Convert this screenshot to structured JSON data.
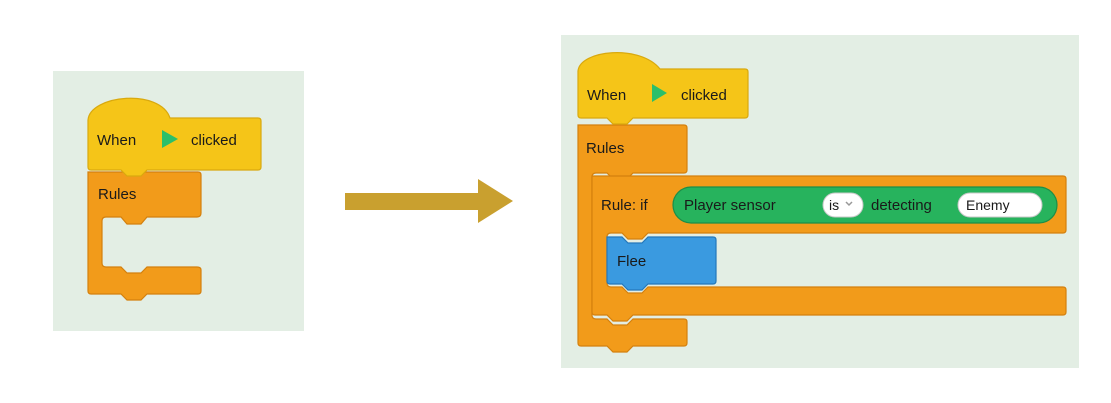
{
  "before": {
    "hat_block": {
      "text_before": "When",
      "text_after": "clicked",
      "flag_icon": "green-flag-icon"
    },
    "rules_block": {
      "label": "Rules"
    }
  },
  "transition_arrow": {
    "icon": "right-arrow-icon",
    "color": "#c9a02f"
  },
  "after": {
    "hat_block": {
      "text_before": "When",
      "text_after": "clicked",
      "flag_icon": "green-flag-icon"
    },
    "rules_block": {
      "label": "Rules"
    },
    "rule_block": {
      "label": "Rule: if",
      "condition": {
        "sensor_label": "Player sensor",
        "operator_value": "is",
        "verb_label": "detecting",
        "target_value": "Enemy"
      }
    },
    "action_block": {
      "label": "Flee"
    }
  },
  "colors": {
    "panel_bg": "#e3eee4",
    "hat_yellow": "#f5c518",
    "rules_orange": "#f29b1a",
    "condition_green": "#27b35d",
    "action_blue": "#3a9ae0",
    "flag_green": "#2bbf6a"
  }
}
